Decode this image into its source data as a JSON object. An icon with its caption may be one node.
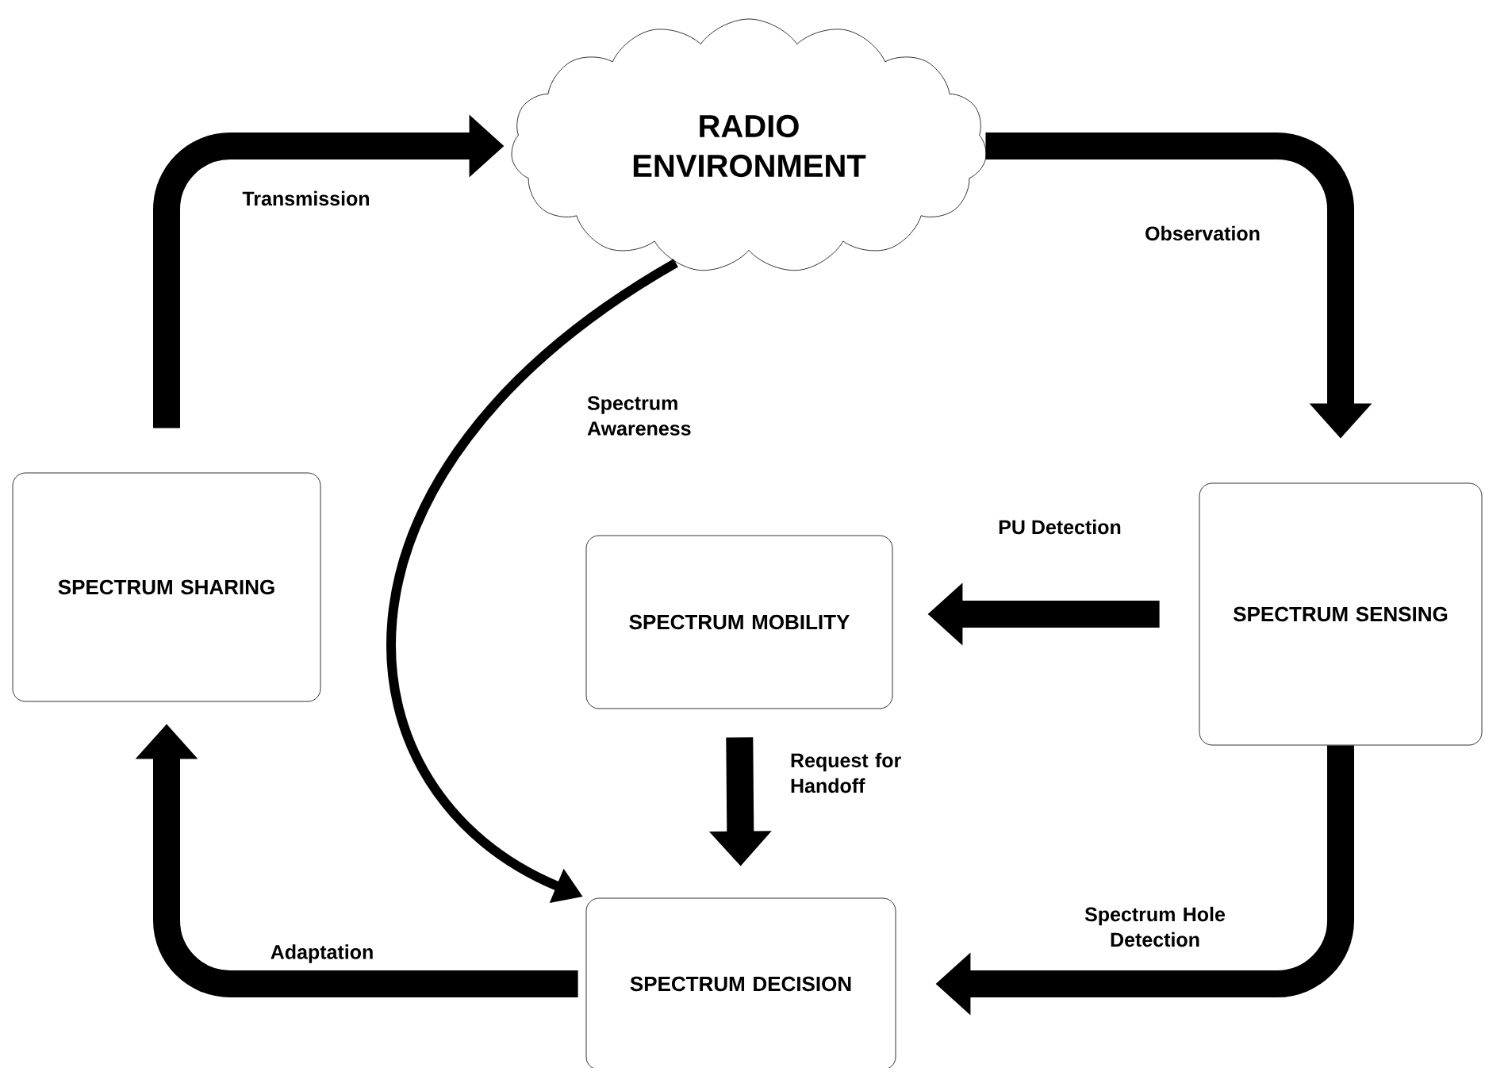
{
  "diagram": {
    "nodes": [
      {
        "text": [
          "RADIO ENVIRONMENT"
        ]
      },
      {
        "text": [
          "SPECTRUM SENSING"
        ]
      },
      {
        "text": [
          "SPECTRUM MOBILITY"
        ]
      },
      {
        "text": [
          "SPECTRUM DECISION"
        ]
      },
      {
        "text": [
          "SPECTRUM SHARING"
        ]
      }
    ],
    "edges": [
      {
        "from": 0,
        "to": 1,
        "arrow": "to",
        "label": "Observation"
      },
      {
        "from": 1,
        "to": 2,
        "arrow": "to",
        "label": "PU Detection"
      },
      {
        "from": 1,
        "to": 3,
        "arrow": "to",
        "label": "Spectrum Hole Detection"
      },
      {
        "from": 2,
        "to": 3,
        "arrow": "to",
        "label": "Request for Handoff"
      },
      {
        "from": 0,
        "to": 3,
        "arrow": "to",
        "label": "Spectrum Awareness"
      },
      {
        "from": 3,
        "to": 4,
        "arrow": "to",
        "label": "Adaptation"
      },
      {
        "from": 4,
        "to": 0,
        "arrow": "to",
        "label": "Transmission"
      }
    ]
  }
}
